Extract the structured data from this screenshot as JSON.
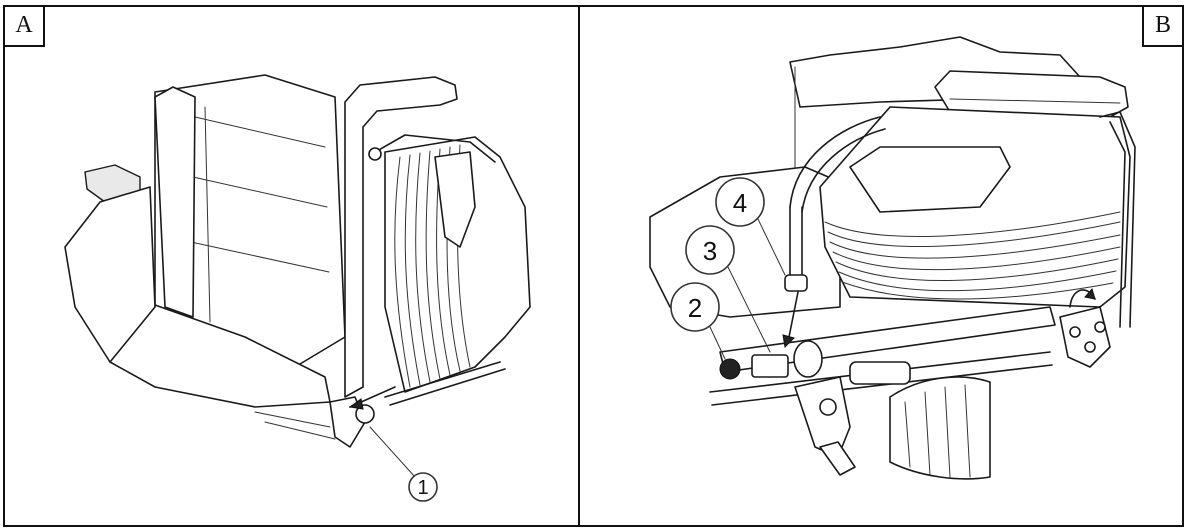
{
  "panels": [
    {
      "label": "A",
      "callouts": [
        "1"
      ]
    },
    {
      "label": "B",
      "callouts": [
        "2",
        "3",
        "4"
      ]
    }
  ]
}
